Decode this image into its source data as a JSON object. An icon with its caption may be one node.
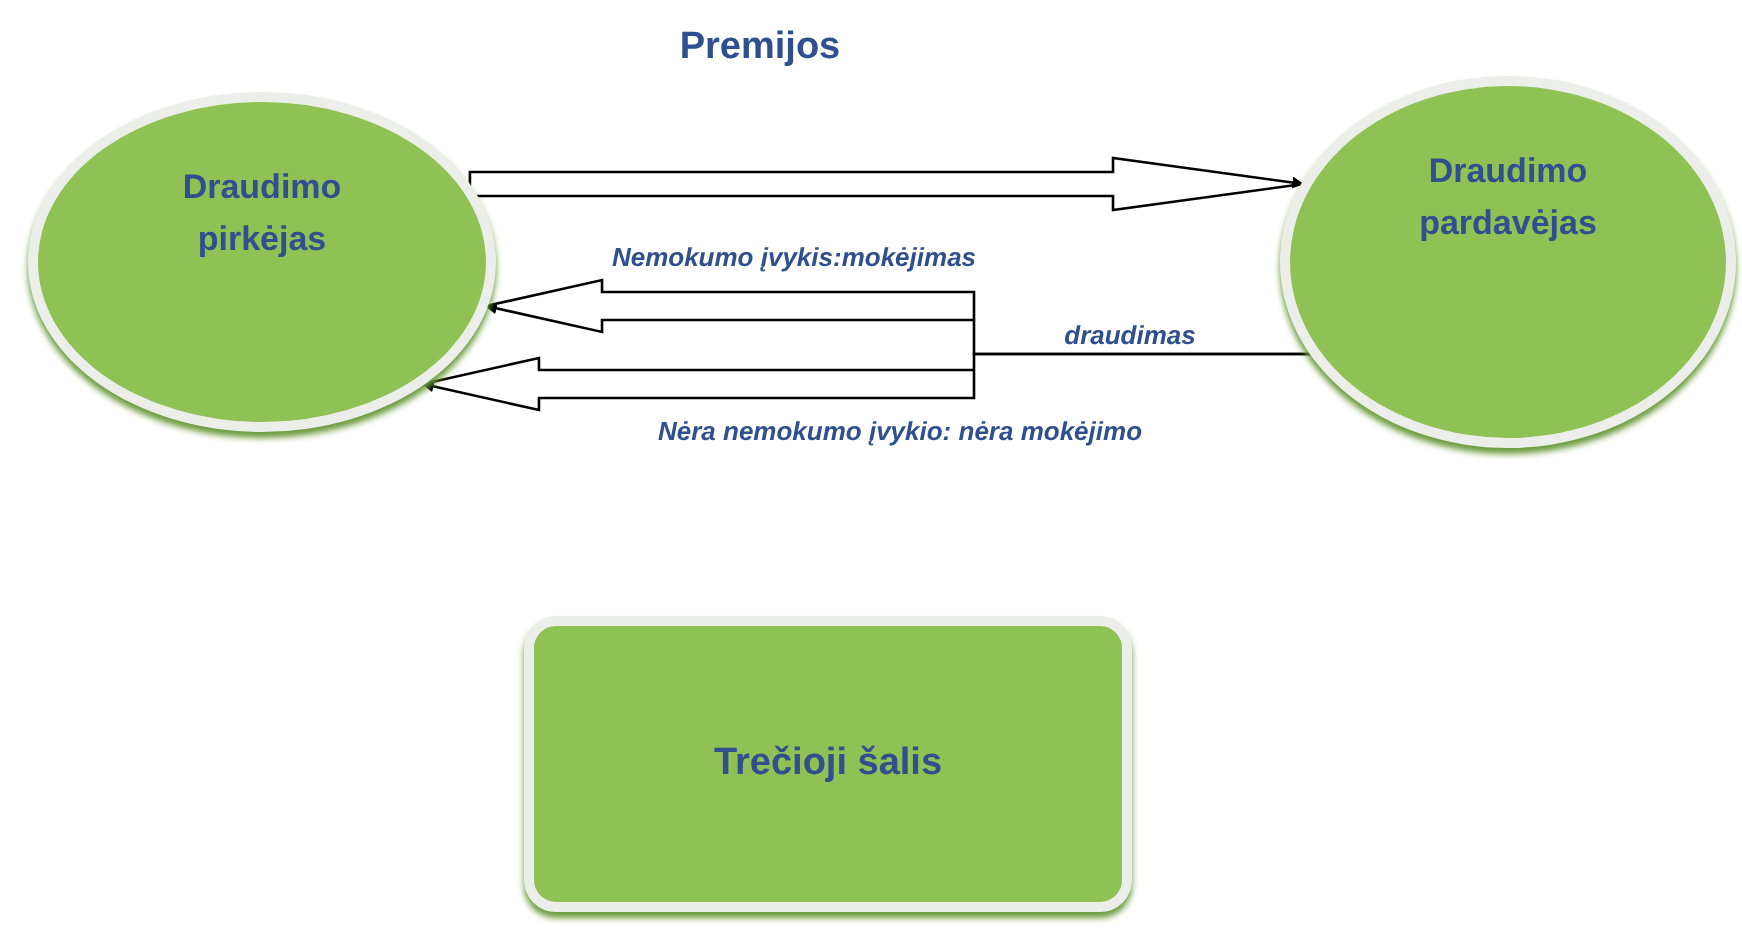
{
  "diagram": {
    "nodes": [
      {
        "text": [
          "Draudimo pirkėjas"
        ]
      },
      {
        "text": [
          "Draudimo pardavėjas"
        ]
      },
      {
        "text": [
          "Trečioji šalis"
        ]
      }
    ],
    "edges": [
      {
        "from": 0,
        "to": 1,
        "arrow": "to",
        "label": "Premijos"
      },
      {
        "from": 1,
        "to": 0,
        "arrow": "to",
        "label": "Nemokumo įvykis:mokėjimas"
      },
      {
        "from": 1,
        "to": 0,
        "arrow": "to",
        "label": "Nėra nemokumo įvykio: nėra mokėjimo"
      }
    ],
    "labels": [
      "draudimas"
    ]
  }
}
